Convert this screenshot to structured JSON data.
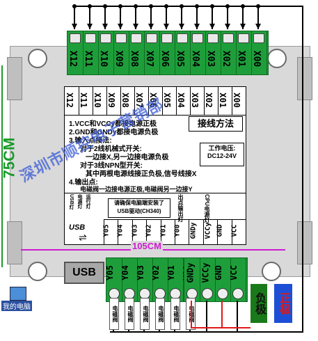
{
  "dimensions": {
    "vertical": "75CM",
    "horizontal": "105CM"
  },
  "top_terminals": [
    "X12",
    "X11",
    "X10",
    "X09",
    "X08",
    "X07",
    "X06",
    "X05",
    "X04",
    "X03",
    "X02",
    "X01",
    "X00"
  ],
  "sticker": {
    "grid_labels": [
      "X12",
      "X11",
      "X10",
      "X09",
      "X08",
      "X07",
      "X06",
      "X05",
      "X04",
      "X03",
      "X02",
      "X01",
      "X00"
    ],
    "lines": [
      "1.VCC和VCCy都接电源正极",
      "2.GND和GNDy都接电源负极",
      "3.输入点接法:",
      "对于2线机械式开关:",
      "一边接X,另一边接电源负极",
      "对于3线NPN型开关:",
      "其中两根电源线接正负极,信号线接X",
      "4.输出点:",
      "电磁阀一边接电源正极,电磁阀另一边接Y"
    ],
    "wiring_title": "接线方法",
    "voltage": "工作电压:",
    "voltage_value": "DC12-24V",
    "usb_side": [
      "USB灯",
      "电源灯",
      "运行灯"
    ],
    "driver_note": "请确保电脑端安装了USB驱动(CH340)",
    "indicator_out": "出点",
    "indicator_out2": "输出灯",
    "indicator_cpu": "CPU",
    "indicator_cpu2": "电源灯",
    "usb_label": "USB",
    "bottom_grid": [
      "Y05",
      "Y04",
      "Y03",
      "Y02",
      "Y01",
      "Y00",
      "GNDy",
      "VCCy",
      "GND",
      "VCC"
    ]
  },
  "bottom_terminals_left": [
    "Y05",
    "Y04",
    "Y03",
    "Y02",
    "Y01",
    "Y00"
  ],
  "bottom_terminals_right": [
    "GNDy",
    "VCCy",
    "GND",
    "VCC"
  ],
  "usb_port": "USB",
  "computer_label": "我的电脑",
  "valve_label": "电磁阀",
  "negative": "负极",
  "positive": "正极",
  "watermark": "深圳市顺控电子营销部",
  "colors": {
    "terminal_green": "#1e9e3a",
    "arrow_red": "#e01818",
    "dimension_green": "#1a9a2a",
    "dim_magenta": "#d01ad0"
  }
}
